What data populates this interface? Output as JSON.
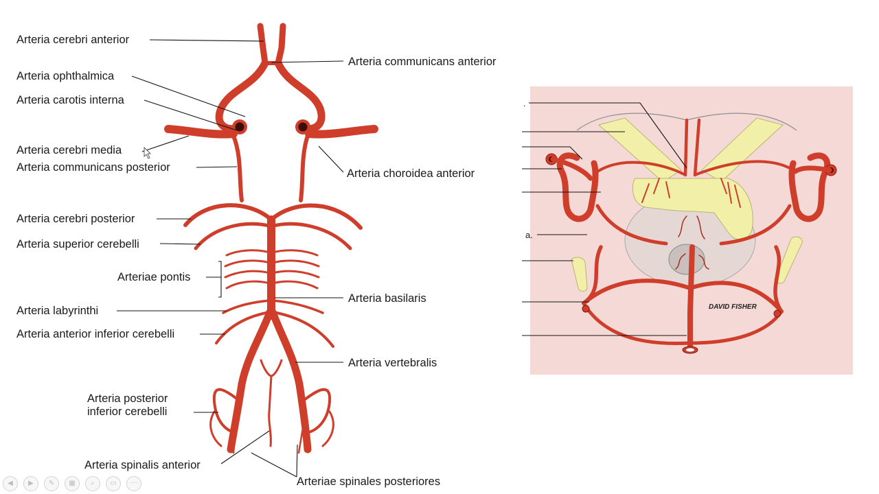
{
  "left_labels": {
    "cerebri_anterior": "Arteria cerebri anterior",
    "communicans_anterior": "Arteria communicans anterior",
    "ophthalmica": "Arteria ophthalmica",
    "carotis_interna": "Arteria carotis interna",
    "cerebri_media": "Arteria cerebri media",
    "communicans_posterior": "Arteria communicans posterior",
    "choroidea_anterior": "Arteria choroidea anterior",
    "cerebri_posterior": "Arteria cerebri posterior",
    "superior_cerebelli": "Arteria superior cerebelli",
    "pontis": "Arteriae pontis",
    "basilaris": "Arteria basilaris",
    "labyrinthi": "Arteria labyrinthi",
    "anterior_inferior_cerebelli": "Arteria anterior inferior cerebelli",
    "vertebralis": "Arteria vertebralis",
    "posterior_inferior_cerebelli_1": "Arteria posterior",
    "posterior_inferior_cerebelli_2": "inferior cerebelli",
    "spinalis_anterior": "Arteria spinalis anterior",
    "spinales_posteriores": "Arteriae spinales posteriores"
  },
  "right_figure": {
    "label_fragment_1": ".",
    "label_fragment_2": "a.",
    "signature": "DAVID FISHER",
    "background_color": "#f5d9d6"
  },
  "colors": {
    "artery": "#cf3e2a",
    "artery_dark": "#a82c1b",
    "nerve_yellow": "#f2f0a8"
  },
  "toolbar": {
    "prev_icon": "arrow-left-icon",
    "next_icon": "arrow-right-icon",
    "pen_icon": "pen-icon",
    "slides_icon": "slides-icon",
    "zoom_icon": "zoom-icon",
    "screen_icon": "screen-icon",
    "more_icon": "more-icon"
  }
}
